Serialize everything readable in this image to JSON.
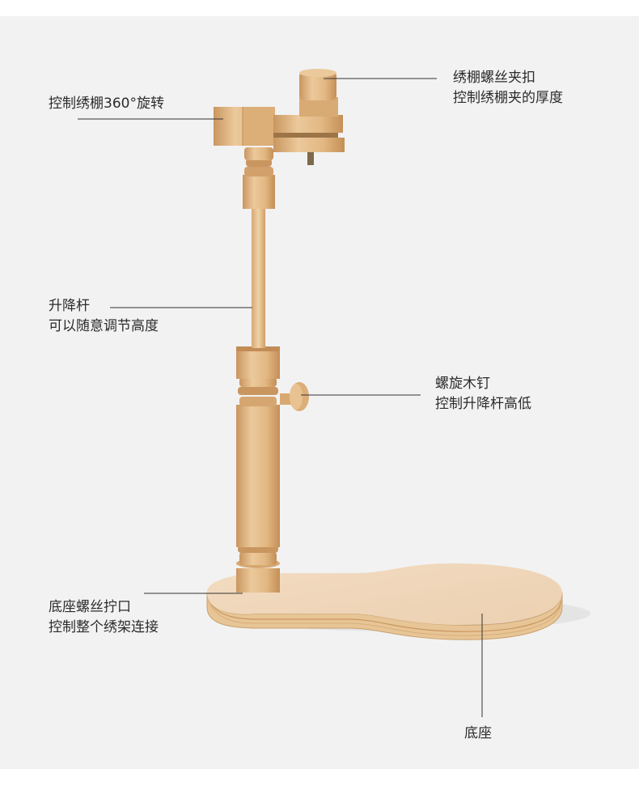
{
  "annotations": {
    "rotation": {
      "line1": "控制绣棚360°旋转"
    },
    "clamp_screw": {
      "line1": "绣棚螺丝夹扣",
      "line2": "控制绣棚夹的厚度"
    },
    "lift_rod": {
      "line1": "升降杆",
      "line2": "可以随意调节高度"
    },
    "wood_screw": {
      "line1": "螺旋木钉",
      "line2": "控制升降杆高低"
    },
    "base_thread": {
      "line1": "底座螺丝拧口",
      "line2": "控制整个绣架连接"
    },
    "base": {
      "line1": "底座"
    }
  },
  "colors": {
    "background": "#f2f2f2",
    "wood_light": "#ecc99b",
    "wood_mid": "#deb27a",
    "wood_dark": "#c99660",
    "base_top": "#f0d5b8",
    "line": "#333333"
  }
}
